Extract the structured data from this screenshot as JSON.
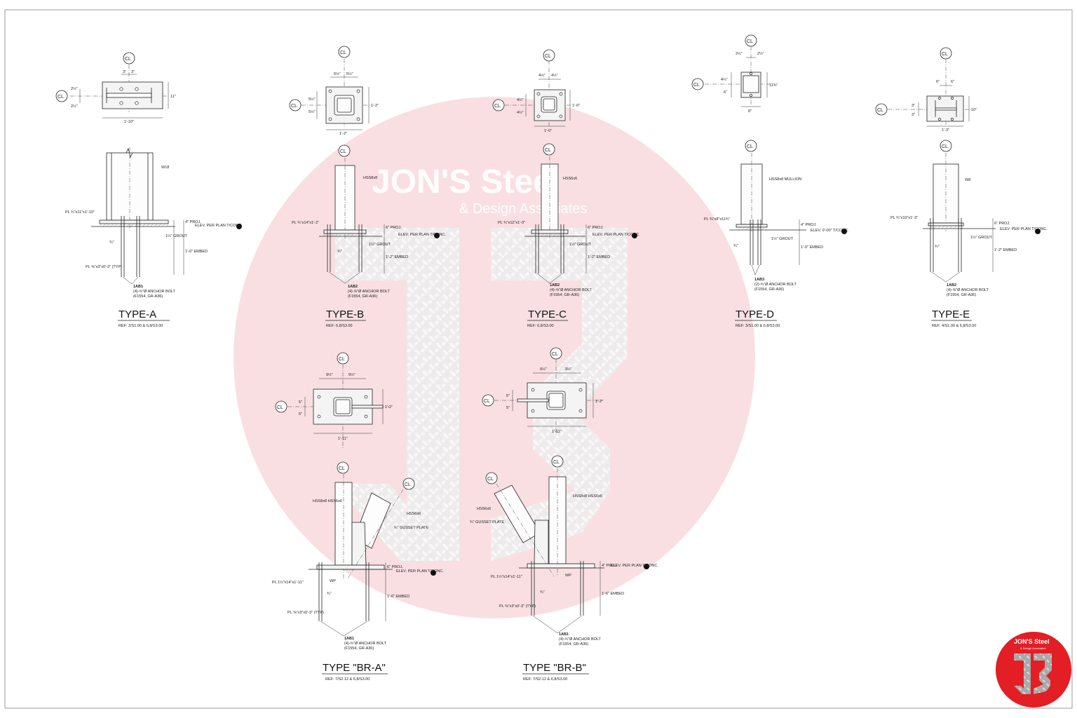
{
  "watermark": {
    "brand": "JON'S Steel",
    "subtitle": "& Design Associates",
    "monogram": "JS",
    "disc_color": "#f9dfe2",
    "brand_color": "#e31e24"
  },
  "logo": {
    "brand": "JON'S Steel",
    "subtitle": "& Design Associates",
    "monogram": "JS"
  },
  "centerline_symbol": "CL",
  "details": [
    {
      "id": "type-a",
      "title": "TYPE-A",
      "ref": "REF: 2/S1.00 & 6,8/S3.00",
      "plan_dims": {
        "top_a": "3\"",
        "top_b": "3\"",
        "left_a": "2½\"",
        "left_b": "2½\"",
        "right": "11\"",
        "bottom": "1'-10\""
      },
      "elev": {
        "member": "W18",
        "plate": "PL ¾\"x11\"x1'-10\"",
        "proj": "4\" PROJ.",
        "grout": "1½\" GROUT",
        "embed": "1'-6\" EMBED",
        "bolt_gap": "¾\"",
        "washer": "PL ⅜\"x3\"x0'-3\" (TYP)",
        "elev_note": "ELEV. PER PLAN T/CONC.",
        "bolt_mark": "1AB1",
        "bolt_desc": "(4)-¾\"Ø ANCHOR BOLT",
        "bolt_spec": "(F1554, GR-A36)"
      }
    },
    {
      "id": "type-b",
      "title": "TYPE-B",
      "ref": "REF: 6,8/S3.00",
      "plan_dims": {
        "top_a": "5½\"",
        "top_b": "5½\"",
        "left_a": "5½\"",
        "left_b": "5½\"",
        "right": "1'-2\"",
        "bottom": "1'-2\""
      },
      "elev": {
        "member": "HSS8x8",
        "plate": "PL ¾\"x14\"x1'-2\"",
        "proj": "6\" PROJ.",
        "grout": "1½\" GROUT",
        "embed": "1'-2\" EMBED",
        "bolt_gap": "¾\"",
        "elev_note": "ELEV. PER PLAN T/CONC.",
        "bolt_mark": "1AB2",
        "bolt_desc": "(4)-⅝\"Ø ANCHOR BOLT",
        "bolt_spec": "(F1554, GR-A36)"
      }
    },
    {
      "id": "type-c",
      "title": "TYPE-C",
      "ref": "REF: 6,8/S3.00",
      "plan_dims": {
        "top_a": "4½\"",
        "top_b": "4½\"",
        "left_a": "4½\"",
        "left_b": "4½\"",
        "right": "1'-0\"",
        "bottom": "1'-0\""
      },
      "elev": {
        "member": "HSS6x6",
        "plate": "PL ¾\"x12\"x1'-0\"",
        "proj": "6\" PROJ.",
        "grout": "1½\" GROUT",
        "embed": "1'-2\" EMBED",
        "bolt_gap": "",
        "elev_note": "ELEV. PER PLAN T/CONC.",
        "bolt_mark": "1AB2",
        "bolt_desc": "(4)-⅝\"Ø ANCHOR BOLT",
        "bolt_spec": "(F1554, GR-A36)"
      }
    },
    {
      "id": "type-d",
      "title": "TYPE-D",
      "ref": "REF: 3/S1.00 & 6,8/S3.00",
      "plan_dims": {
        "top_a": "2½\"",
        "top_b": "2½\"",
        "left_a": "4¼\"",
        "left_b": "6\"",
        "right": "11¾\"",
        "bottom": "8\""
      },
      "elev": {
        "member": "HSS8x8 MULLION",
        "plate": "PL ⅜\"x8\"x11¾\"",
        "proj": "4\" PROJ.",
        "grout": "1½\" GROUT",
        "embed": "1'-0\" EMBED",
        "bolt_gap": "¾\"",
        "elev_note": "ELEV. 0'-00\" T/CONC.",
        "bolt_mark": "1AB3",
        "bolt_desc": "(2)-¾\"Ø ANCHOR BOLT",
        "bolt_spec": "(F1554, GR-A36)"
      }
    },
    {
      "id": "type-e",
      "title": "TYPE-E",
      "ref": "REF: 4/S1.00 & 6,8/S3.00",
      "plan_dims": {
        "top_a": "6\"",
        "top_b": "6\"",
        "left_a": "3\"",
        "left_b": "3\"",
        "right": "10\"",
        "bottom": "1'-3\""
      },
      "elev": {
        "member": "W8",
        "plate": "PL ¾\"x10\"x1'-3\"",
        "proj": "6\" PROJ.",
        "grout": "1½\" GROUT",
        "embed": "1'-2\" EMBED",
        "bolt_gap": "¾\"",
        "elev_note": "ELEV. PER PLAN T/CONC.",
        "bolt_mark": "1AB2",
        "bolt_desc": "(4)-⅝\"Ø ANCHOR BOLT",
        "bolt_spec": "(F1554, GR-A36)"
      }
    },
    {
      "id": "type-br-a",
      "title": "TYPE \"BR-A\"",
      "ref": "REF: 7/S2.12 & 6,8/S3.00",
      "plan_dims": {
        "top_a": "9½\"",
        "top_b": "9½\"",
        "left_a": "5\"",
        "left_b": "5\"",
        "right": "1'-2\"",
        "bottom": "1'-11\""
      },
      "elev": {
        "member": "HSS8x8 HSS6x6",
        "brace": "HSS6x6",
        "gusset": "¾\" GUSSET PLATE",
        "plate": "PL 1½\"x14\"x1'-11\"",
        "wp": "WP",
        "proj": "6\" PROJ.",
        "embed": "1'-6\" EMBED",
        "bolt_gap": "¾\"",
        "washer": "PL ⅜\"x3\"x0'-3\" (TYP)",
        "elev_note": "ELEV. PER PLAN T/CONC.",
        "bolt_mark": "1AB1",
        "bolt_desc": "(4)-¾\"Ø ANCHOR BOLT",
        "bolt_spec": "(F1554, GR-A36)"
      }
    },
    {
      "id": "type-br-b",
      "title": "TYPE \"BR-B\"",
      "ref": "REF: 7/S2.12 & 6,8/S3.00",
      "plan_dims": {
        "top_a": "9½\"",
        "top_b": "9½\"",
        "left_a": "5\"",
        "left_b": "5\"",
        "right": "1'-2\"",
        "bottom": "1'-11\""
      },
      "elev": {
        "member": "HSS8x8 HSS6x6",
        "brace": "HSS6x6",
        "gusset": "¾\" GUSSET PLATE",
        "plate": "PL 1½\"x14\"x1'-11\"",
        "wp": "WP",
        "proj": "4\" PROJ.",
        "embed": "1'-6\" EMBED",
        "bolt_gap": "¾\"",
        "washer": "PL ⅜\"x3\"x0'-3\" (TYP)",
        "elev_note": "ELEV. PER PLAN T/CONC.",
        "bolt_mark": "1AB1",
        "bolt_desc": "(4)-¾\"Ø ANCHOR BOLT",
        "bolt_spec": "(F1554, GR-A36)"
      }
    }
  ]
}
